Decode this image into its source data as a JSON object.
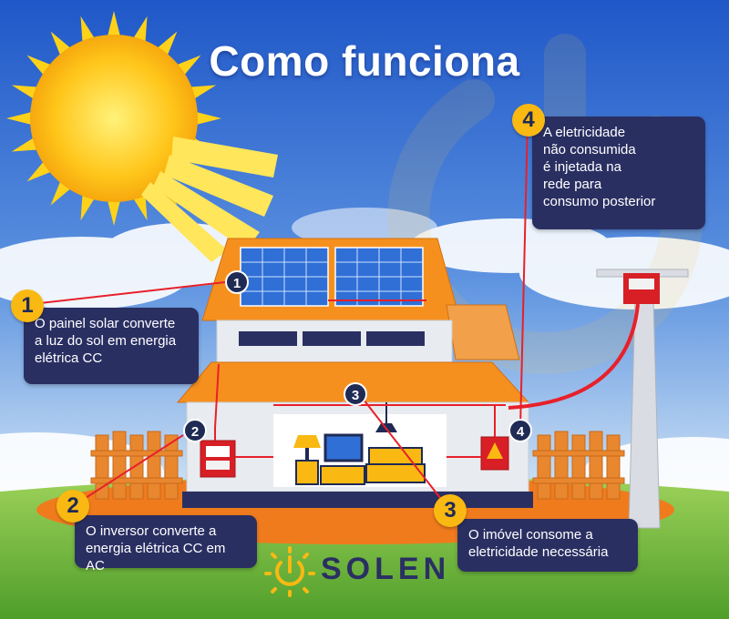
{
  "title": "Como funciona",
  "steps": [
    {
      "number": "1",
      "lines": [
        "O painel solar converte",
        "a luz do sol em energia",
        "elétrica CC"
      ]
    },
    {
      "number": "2",
      "lines": [
        "O inversor converte a",
        "energia elétrica CC em AC"
      ]
    },
    {
      "number": "3",
      "lines": [
        "O imóvel consome a",
        "eletricidade necessária"
      ]
    },
    {
      "number": "4",
      "lines": [
        "A eletricidade",
        "não consumida",
        "é injetada na",
        "rede para",
        "consumo posterior"
      ]
    }
  ],
  "brand": {
    "name": "SOLEN",
    "icon": "sun-power-logo-icon"
  },
  "colors": {
    "sky_top": "#1f57c8",
    "sky_bottom": "#cfe3f5",
    "sun": "#ffd21a",
    "roof": "#f28a1e",
    "panel": "#2f6fd6",
    "callout_bg": "#2a2f62",
    "badge": "#f9b912",
    "wire": "#e8202a",
    "grass": "#6fbf3a"
  }
}
